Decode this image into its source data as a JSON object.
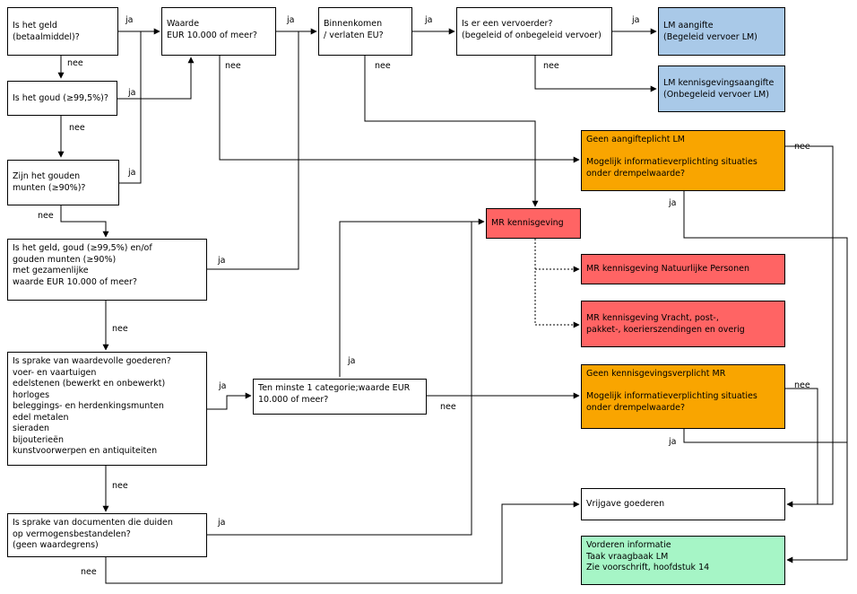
{
  "nodes": {
    "q_money": "Is het geld\n(betaalmiddel)?",
    "q_gold": "Is het goud (≥99,5%)?",
    "q_coins": "Zijn het gouden\nmunten (≥90%)?",
    "q_combined": "Is het geld, goud (≥99,5%) en/of\ngouden munten (≥90%)\nmet gezamenlijke\nwaarde EUR 10.000 of meer?",
    "q_valuables": "Is sprake van waardevolle goederen?\nvoer- en vaartuigen\nedelstenen (bewerkt en onbewerkt)\nhorloges\nbeleggings- en herdenkingsmunten\nedel metalen\nsieraden\nbijouterieën\nkunstvoorwerpen en antiquiteiten",
    "q_documents": "Is sprake van documenten die duiden\nop vermogensbestandelen?\n(geen waardegrens)",
    "q_value10000": "Waarde\nEUR 10.000 of meer?",
    "q_border": "Binnenkomen\n/ verlaten EU?",
    "q_carrier": "Is er een vervoerder?\n(begeleid of onbegeleid vervoer)",
    "q_category": "Ten minste 1 categorie;waarde EUR\n10.000 of meer?",
    "r_lm_declaration": "LM aangifte\n(Begeleid vervoer LM)",
    "r_lm_notification": "LM kennisgevingsaangifte\n(Onbegeleid vervoer LM)",
    "r_no_lm": "Geen aangifteplicht LM\n\nMogelijk informatieverplichting situaties\nonder drempelwaarde?",
    "r_mr": "MR kennisgeving",
    "r_mr_persons": "MR kennisgeving Natuurlijke Personen",
    "r_mr_freight": "MR kennisgeving Vracht, post-,\npakket-, koerierszendingen en overig",
    "r_no_mr": "Geen kennisgevingsverplicht MR\n\nMogelijk informatieverplichting situaties\nonder drempelwaarde?",
    "r_release": "Vrijgave goederen",
    "r_request": "Vorderen informatie\nTaak vraagbaak LM\nZie voorschrift, hoofdstuk 14"
  },
  "edge_labels": {
    "yes": "ja",
    "no": "nee"
  },
  "colors": {
    "lm": "#a9c9e8",
    "no_obligation": "#f9a500",
    "mr": "#ff6464",
    "request": "#a6f5c6"
  }
}
